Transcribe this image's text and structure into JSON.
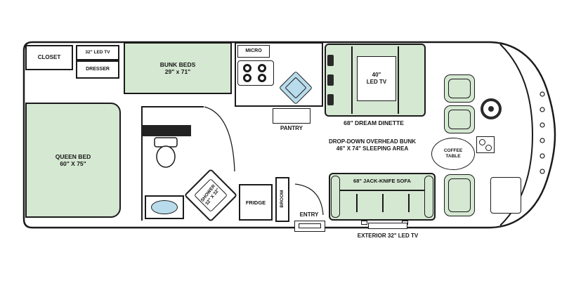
{
  "colors": {
    "furniture_green": "#d5e8d2",
    "sink_blue": "#b9dcec",
    "outline": "#1b1b1b"
  },
  "labels": {
    "closet": "CLOSET",
    "tv_32": "32\" LED TV",
    "dresser": "DRESSER",
    "bunk_beds_1": "BUNK BEDS",
    "bunk_beds_2": "29\" x 71\"",
    "micro": "MICRO",
    "pantry": "PANTRY",
    "dinette_tv_1": "40\"",
    "dinette_tv_2": "LED TV",
    "dream_dinette": "68\" DREAM DINETTE",
    "overhead_bunk_1": "DROP-DOWN OVERHEAD BUNK",
    "overhead_bunk_2": "46\" X 74\" SLEEPING AREA",
    "queen_bed_1": "QUEEN BED",
    "queen_bed_2": "60\" X 75\"",
    "shower_1": "SHOWER",
    "shower_2": "32\" X 32\"",
    "fridge": "FRIDGE",
    "broom": "BROOM",
    "entry": "ENTRY",
    "sofa": "68\" JACK-KNIFE SOFA",
    "exterior_tv": "EXTERIOR 32\" LED TV",
    "coffee_table_1": "COFFEE",
    "coffee_table_2": "TABLE"
  }
}
